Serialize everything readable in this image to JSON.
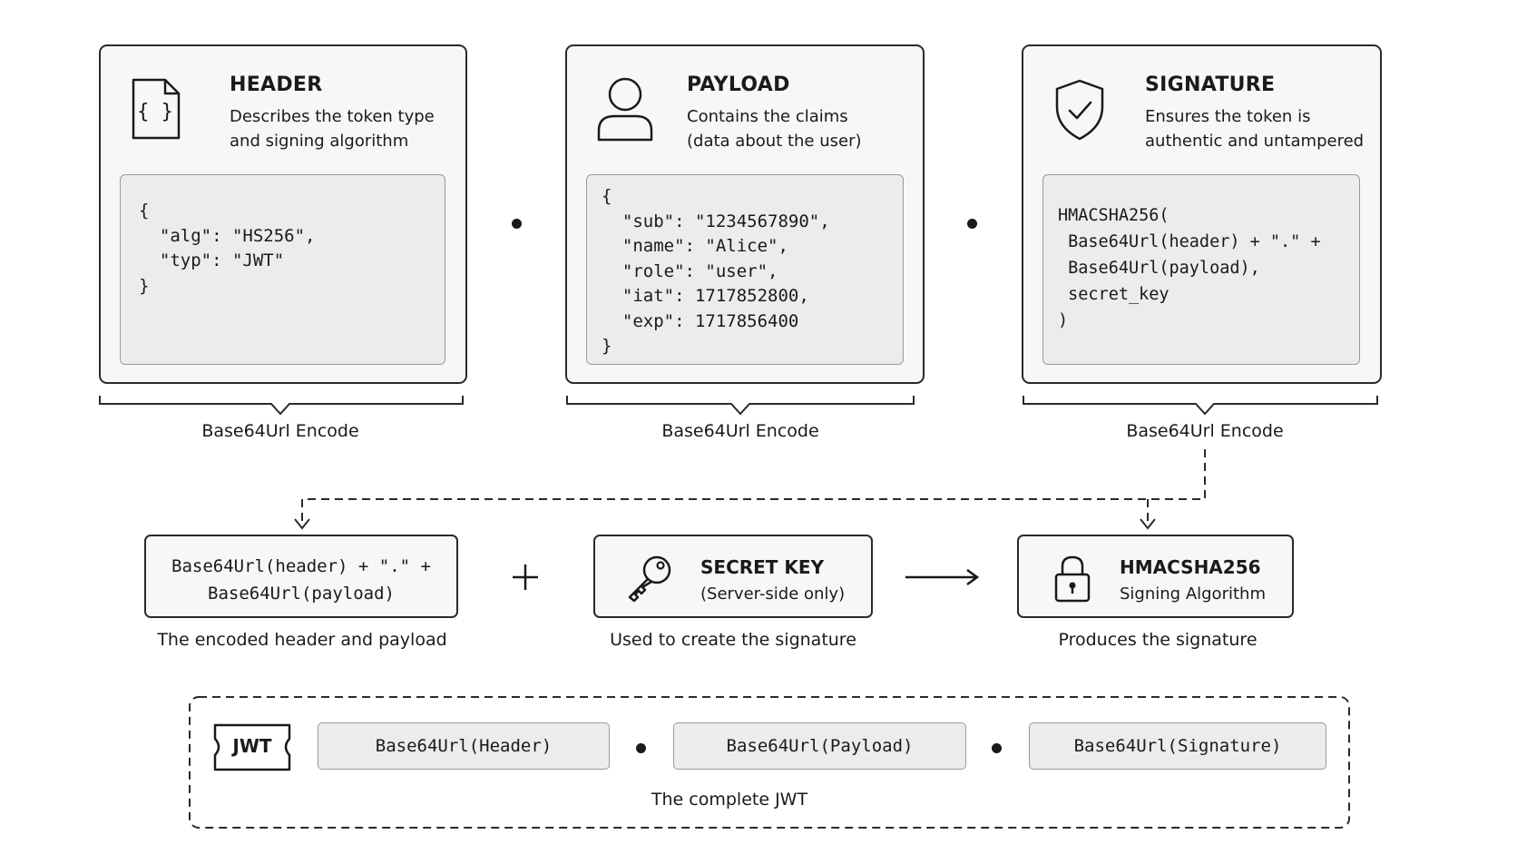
{
  "cards": {
    "header": {
      "title": "HEADER",
      "desc": "Describes the token type\nand signing algorithm",
      "code": "{\n  \"alg\": \"HS256\",\n  \"typ\": \"JWT\"\n}",
      "encode_label": "Base64Url Encode",
      "icon": "json-file-icon"
    },
    "payload": {
      "title": "PAYLOAD",
      "desc": "Contains the claims\n(data about the user)",
      "code": "{\n  \"sub\": \"1234567890\",\n  \"name\": \"Alice\",\n  \"role\": \"user\",\n  \"iat\": 1717852800,\n  \"exp\": 1717856400\n}",
      "encode_label": "Base64Url Encode",
      "icon": "user-icon"
    },
    "signature": {
      "title": "SIGNATURE",
      "desc": "Ensures the token is\nauthentic and untampered",
      "code": "HMACSHA256(\n Base64Url(header) + \".\" +\n Base64Url(payload),\n secret_key\n)",
      "encode_label": "Base64Url Encode",
      "icon": "shield-check-icon"
    }
  },
  "signing": {
    "input": {
      "code": "Base64Url(header) + \".\" +\nBase64Url(payload)",
      "caption": "The encoded header and payload"
    },
    "plus": "+",
    "secret_key": {
      "title": "SECRET KEY",
      "subtitle": "(Server-side only)",
      "caption": "Used to create the signature",
      "icon": "key-icon"
    },
    "algorithm": {
      "title": "HMACSHA256",
      "subtitle": "Signing Algorithm",
      "caption": "Produces the signature",
      "icon": "lock-icon"
    }
  },
  "jwt": {
    "badge": "JWT",
    "segments": [
      "Base64Url(Header)",
      "Base64Url(Payload)",
      "Base64Url(Signature)"
    ],
    "caption": "The complete JWT"
  },
  "colors": {
    "ink": "#1a1a1a",
    "card_fill": "#f7f7f7",
    "code_fill": "#ececec"
  }
}
